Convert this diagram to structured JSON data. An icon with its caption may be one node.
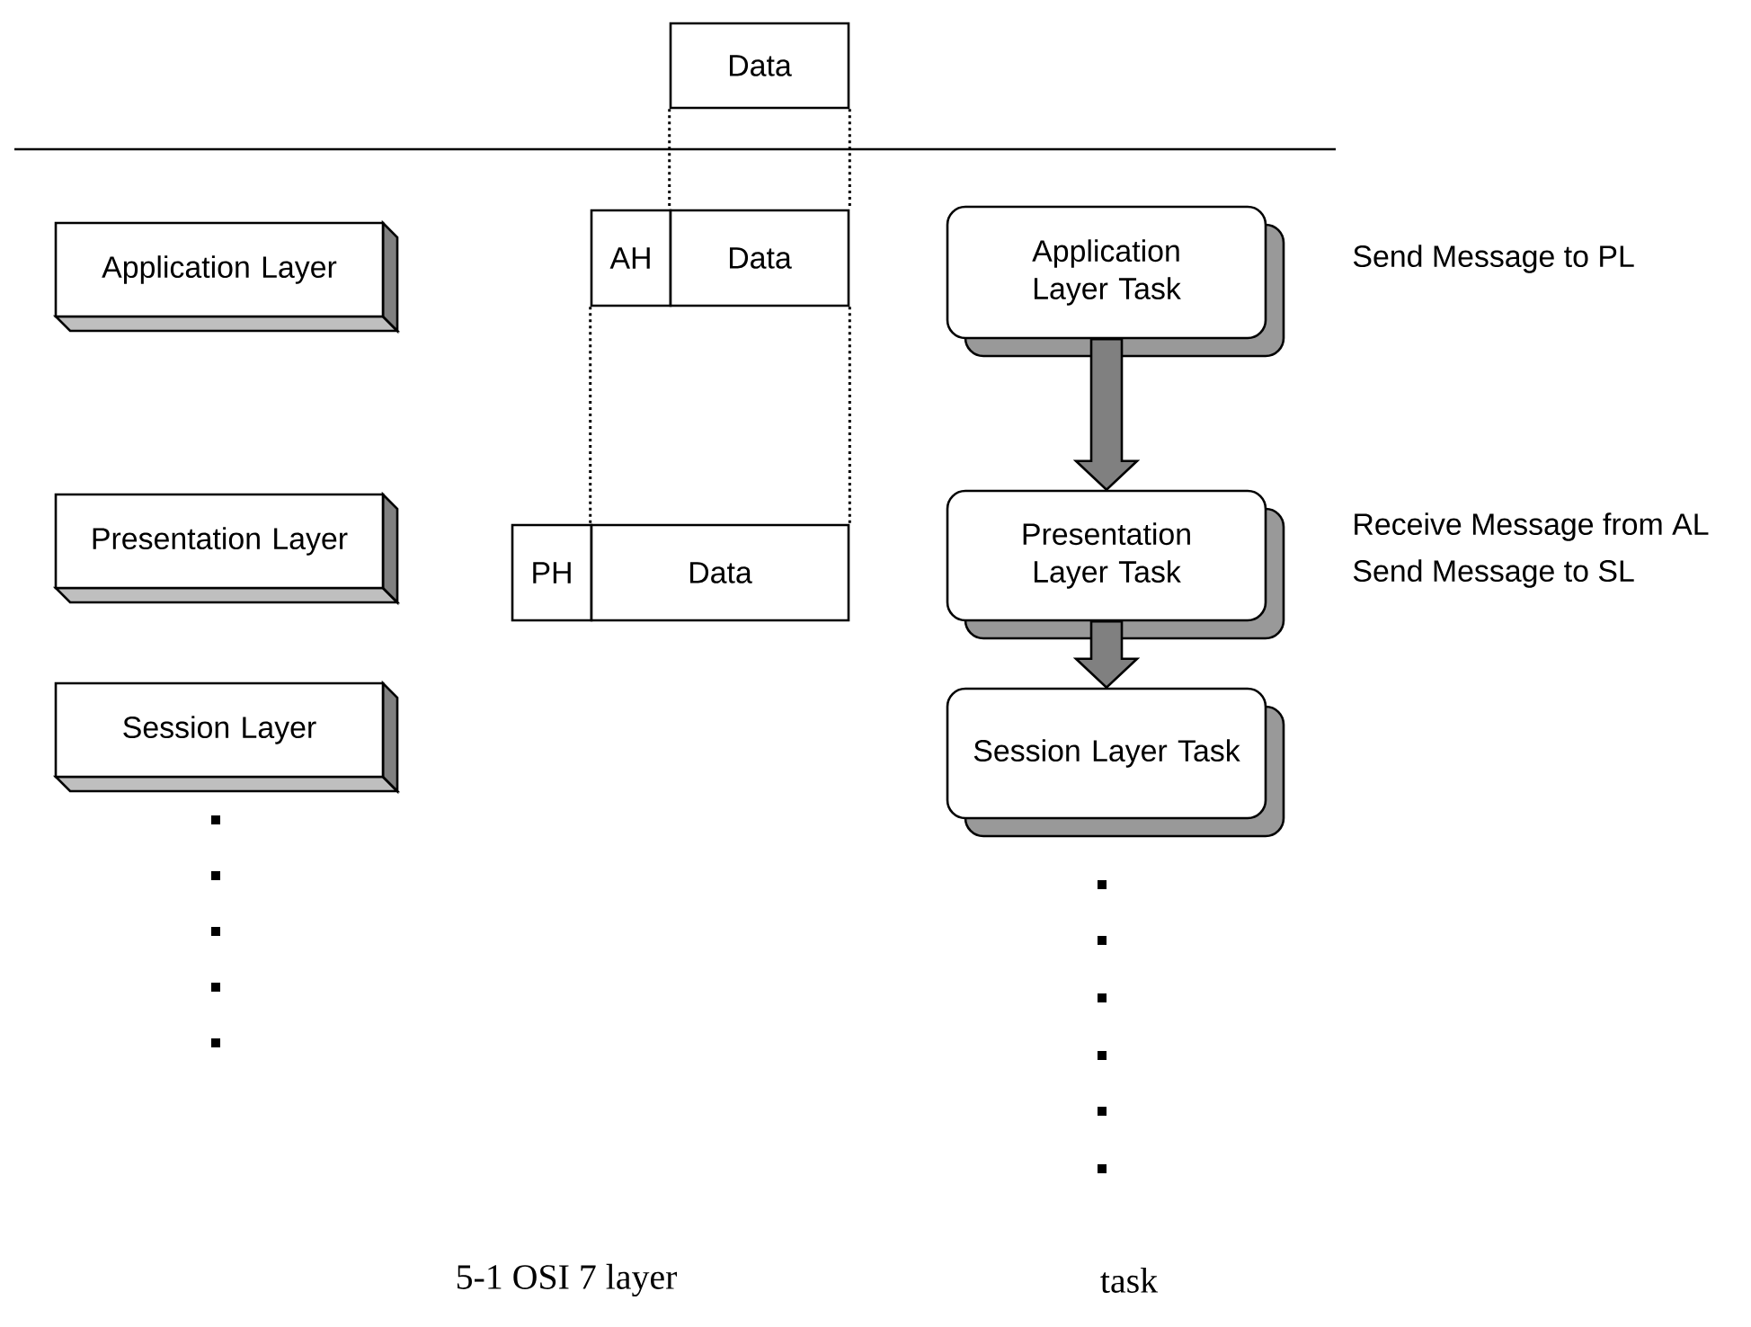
{
  "diagram": {
    "nodes": [
      {
        "text": [
          "Data"
        ]
      },
      {
        "text": [
          "Application Layer"
        ]
      },
      {
        "text": [
          "AH"
        ]
      },
      {
        "text": [
          "Data"
        ]
      },
      {
        "text": [
          "Application Layer Task"
        ],
        "beside": [
          "Send Message to PL"
        ]
      },
      {
        "text": [
          "Presentation Layer"
        ]
      },
      {
        "text": [
          "PH"
        ]
      },
      {
        "text": [
          "Data"
        ]
      },
      {
        "text": [
          "Presentation Layer Task"
        ],
        "beside": [
          "Receive Message from AL",
          "Send Message to SL"
        ]
      },
      {
        "text": [
          "Session Layer"
        ]
      },
      {
        "text": [
          "Session Layer Task"
        ]
      }
    ],
    "edges": [
      {
        "from": 0,
        "to": 3,
        "arrow": "none",
        "style": "dashed"
      },
      {
        "from": 2,
        "to": 7,
        "arrow": "none",
        "style": "dashed"
      },
      {
        "from": 3,
        "to": 7,
        "arrow": "none",
        "style": "dashed"
      },
      {
        "from": 4,
        "to": 8,
        "arrow": "to",
        "style": "thick"
      },
      {
        "from": 8,
        "to": 10,
        "arrow": "to",
        "style": "thick"
      }
    ],
    "labels": [
      "5-1 OSI 7 layer",
      "task"
    ]
  }
}
